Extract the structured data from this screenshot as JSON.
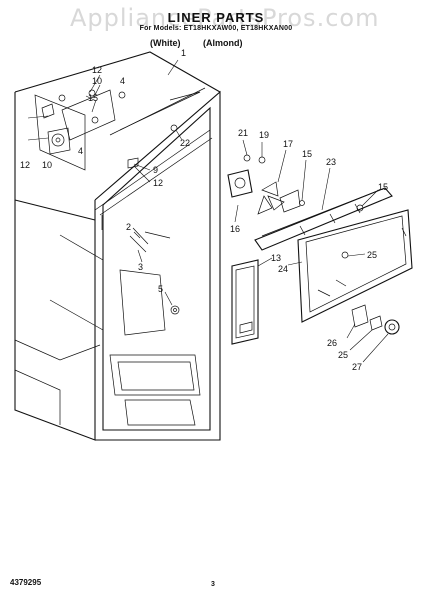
{
  "header": {
    "watermark": "AppliancePartsPros.com",
    "title": "LINER PARTS",
    "subtitle": "For Models: ET18HKXAW00, ET18HKXAN00",
    "variants": [
      "(White)",
      "(Almond)"
    ]
  },
  "footer": {
    "doc_number": "4379295",
    "page_number": "3"
  },
  "diagram": {
    "part_numbers": [
      "1",
      "12",
      "10",
      "4",
      "15",
      "12",
      "10",
      "4",
      "22",
      "9",
      "12",
      "21",
      "19",
      "17",
      "15",
      "23",
      "15",
      "2",
      "3",
      "5",
      "16",
      "13",
      "24",
      "25",
      "26",
      "25",
      "27"
    ]
  }
}
